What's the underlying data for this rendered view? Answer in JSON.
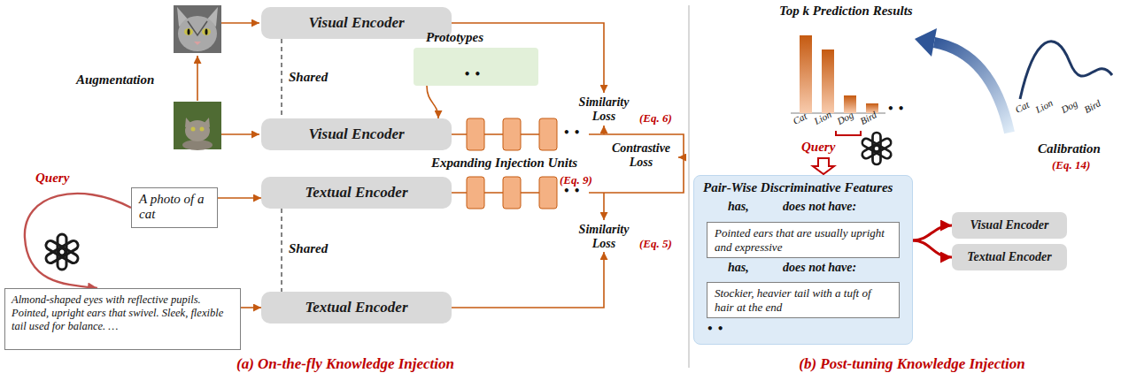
{
  "diagram": {
    "nodes": [
      {
        "text": [
          "Visual Encoder"
        ]
      },
      {
        "text": [
          "Prototypes",
          "• •"
        ]
      },
      {
        "text": [
          "Visual Encoder"
        ]
      },
      {
        "text": [
          "A photo of a cat"
        ]
      },
      {
        "text": [
          "Textual Encoder"
        ]
      },
      {
        "text": [
          "Almond-shaped eyes with reflective pupils. Pointed, upright ears that swivel. Sleek, flexible tail used for balance. …"
        ]
      },
      {
        "text": [
          "Textual Encoder"
        ]
      },
      {
        "text": [
          "Pair-Wise Discriminative Features",
          "has,",
          "does not have:",
          "has,",
          "does not have:",
          "• •"
        ]
      },
      {
        "text": [
          "Pointed ears that are usually upright and expressive"
        ],
        "in": 7
      },
      {
        "text": [
          "Stockier, heavier tail with a tuft of hair at the end"
        ],
        "in": 7
      },
      {
        "text": [
          "Visual Encoder"
        ]
      },
      {
        "text": [
          "Textual Encoder"
        ]
      }
    ],
    "edges": [
      {
        "from": 0,
        "to": 2,
        "arrow": "none",
        "label": "Shared"
      },
      {
        "from": 1,
        "to": 2,
        "arrow": "to"
      },
      {
        "from": 3,
        "to": 4,
        "arrow": "to"
      },
      {
        "from": 3,
        "to": 5,
        "arrow": "to",
        "label": "Query"
      },
      {
        "from": 4,
        "to": 6,
        "arrow": "none",
        "label": "Shared"
      },
      {
        "from": 5,
        "to": 6,
        "arrow": "to"
      },
      {
        "from": 7,
        "to": 10,
        "arrow": "to"
      },
      {
        "from": 7,
        "to": 11,
        "arrow": "to"
      }
    ],
    "labels": [
      "Augmentation",
      "Similarity Loss",
      "(Eq. 6)",
      "• •",
      "Expanding Injection Units",
      "Contrastive Loss",
      "(Eq. 9)",
      "• •",
      "Similarity Loss",
      "(Eq. 5)",
      "(a) On-the-fly Knowledge Injection",
      "Top k Prediction Results",
      "Cat",
      "Lion",
      "Dog",
      "Bird",
      "• •",
      "Query",
      "Cat",
      "Lion",
      "Dog",
      "Bird",
      "Calibration",
      "(Eq. 14)",
      "(b) Post-tuning Knowledge Injection"
    ]
  }
}
